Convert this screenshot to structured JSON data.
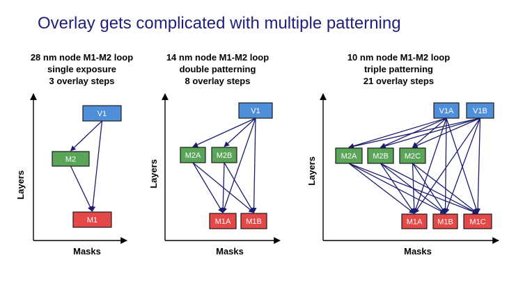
{
  "title": "Overlay gets complicated with multiple patterning",
  "colors": {
    "via": "#4f8fd9",
    "m2": "#5aa55a",
    "m1": "#e44848",
    "arrow": "#1a1d6e"
  },
  "panels": [
    {
      "caption": [
        "28 nm node M1-M2 loop",
        "single exposure",
        "3 overlay steps"
      ],
      "xlabel": "Masks",
      "ylabel": "Layers",
      "nodes": [
        {
          "id": "V1",
          "label": "V1",
          "kind": "via"
        },
        {
          "id": "M2",
          "label": "M2",
          "kind": "m2"
        },
        {
          "id": "M1",
          "label": "M1",
          "kind": "m1"
        }
      ],
      "edges": [
        [
          "V1",
          "M2"
        ],
        [
          "V1",
          "M1"
        ],
        [
          "M2",
          "M1"
        ]
      ]
    },
    {
      "caption": [
        "14 nm node M1-M2 loop",
        "double patterning",
        "8 overlay steps"
      ],
      "xlabel": "Masks",
      "ylabel": "Layers",
      "nodes": [
        {
          "id": "V1",
          "label": "V1",
          "kind": "via"
        },
        {
          "id": "M2A",
          "label": "M2A",
          "kind": "m2"
        },
        {
          "id": "M2B",
          "label": "M2B",
          "kind": "m2"
        },
        {
          "id": "M1A",
          "label": "M1A",
          "kind": "m1"
        },
        {
          "id": "M1B",
          "label": "M1B",
          "kind": "m1"
        }
      ],
      "edges": [
        [
          "V1",
          "M2A"
        ],
        [
          "V1",
          "M2B"
        ],
        [
          "V1",
          "M1A"
        ],
        [
          "V1",
          "M1B"
        ],
        [
          "M2A",
          "M1A"
        ],
        [
          "M2A",
          "M1B"
        ],
        [
          "M2B",
          "M1A"
        ],
        [
          "M2B",
          "M1B"
        ]
      ]
    },
    {
      "caption": [
        "10 nm node M1-M2 loop",
        "triple patterning",
        "21 overlay steps"
      ],
      "xlabel": "Masks",
      "ylabel": "Layers",
      "nodes": [
        {
          "id": "V1A",
          "label": "V1A",
          "kind": "via"
        },
        {
          "id": "V1B",
          "label": "V1B",
          "kind": "via"
        },
        {
          "id": "M2A",
          "label": "M2A",
          "kind": "m2"
        },
        {
          "id": "M2B",
          "label": "M2B",
          "kind": "m2"
        },
        {
          "id": "M2C",
          "label": "M2C",
          "kind": "m2"
        },
        {
          "id": "M1A",
          "label": "M1A",
          "kind": "m1"
        },
        {
          "id": "M1B",
          "label": "M1B",
          "kind": "m1"
        },
        {
          "id": "M1C",
          "label": "M1C",
          "kind": "m1"
        }
      ],
      "edges": [
        [
          "V1A",
          "M2A"
        ],
        [
          "V1A",
          "M2B"
        ],
        [
          "V1A",
          "M2C"
        ],
        [
          "V1A",
          "M1A"
        ],
        [
          "V1A",
          "M1B"
        ],
        [
          "V1A",
          "M1C"
        ],
        [
          "V1B",
          "M2A"
        ],
        [
          "V1B",
          "M2B"
        ],
        [
          "V1B",
          "M2C"
        ],
        [
          "V1B",
          "M1A"
        ],
        [
          "V1B",
          "M1B"
        ],
        [
          "V1B",
          "M1C"
        ],
        [
          "M2A",
          "M1A"
        ],
        [
          "M2A",
          "M1B"
        ],
        [
          "M2A",
          "M1C"
        ],
        [
          "M2B",
          "M1A"
        ],
        [
          "M2B",
          "M1B"
        ],
        [
          "M2B",
          "M1C"
        ],
        [
          "M2C",
          "M1A"
        ],
        [
          "M2C",
          "M1B"
        ],
        [
          "M2C",
          "M1C"
        ]
      ]
    }
  ]
}
